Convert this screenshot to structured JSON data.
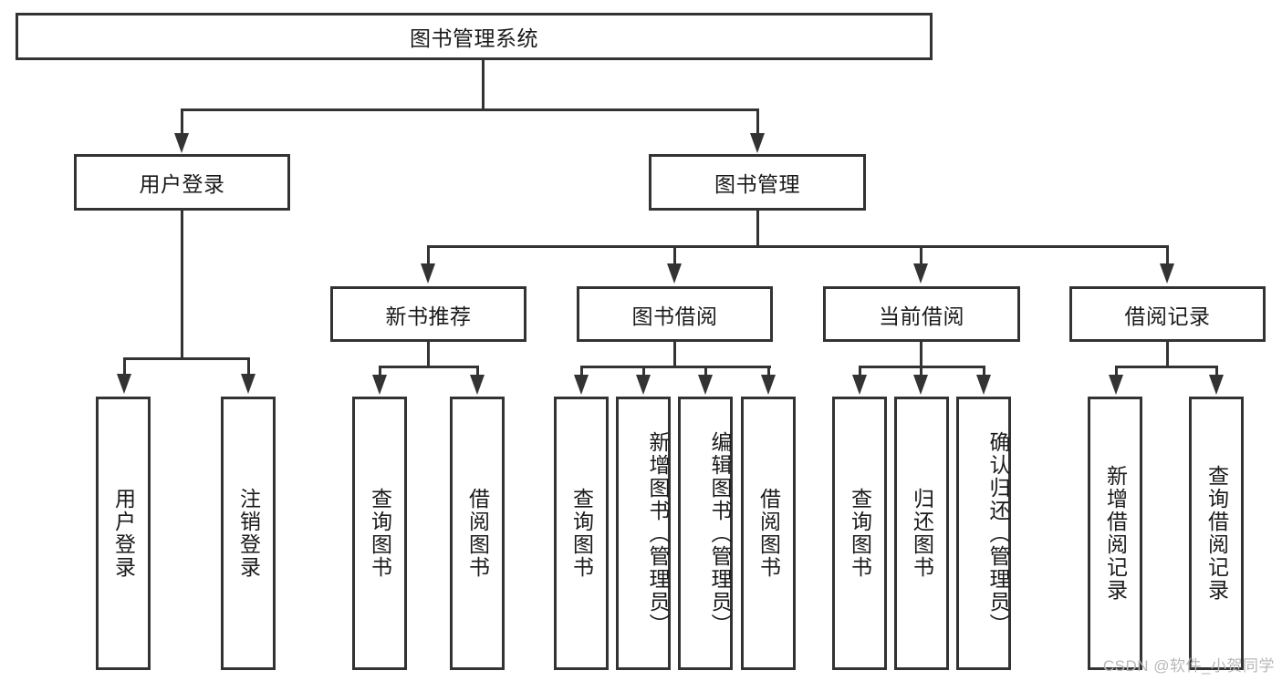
{
  "diagram": {
    "title": "图书管理系统",
    "watermark": "CSDN @软件_小贺同学",
    "colors": {
      "stroke": "#333333",
      "background": "#ffffff",
      "text": "#1a1a1a",
      "watermark": "#b8b8b8"
    },
    "root": {
      "label": "图书管理系统"
    },
    "level2": [
      {
        "label": "用户登录"
      },
      {
        "label": "图书管理"
      }
    ],
    "level3": [
      {
        "label": "新书推荐"
      },
      {
        "label": "图书借阅"
      },
      {
        "label": "当前借阅"
      },
      {
        "label": "借阅记录"
      }
    ],
    "leaves": {
      "user_login": [
        {
          "label": "用户登录"
        },
        {
          "label": "注销登录"
        }
      ],
      "new_book_recommend": [
        {
          "label": "查询图书"
        },
        {
          "label": "借阅图书"
        }
      ],
      "book_borrow": [
        {
          "label": "查询图书"
        },
        {
          "label": "新增图书（管理员）"
        },
        {
          "label": "编辑图书（管理员）"
        },
        {
          "label": "借阅图书"
        }
      ],
      "current_borrow": [
        {
          "label": "查询图书"
        },
        {
          "label": "归还图书"
        },
        {
          "label": "确认归还（管理员）"
        }
      ],
      "borrow_record": [
        {
          "label": "新增借阅记录"
        },
        {
          "label": "查询借阅记录"
        }
      ]
    }
  }
}
